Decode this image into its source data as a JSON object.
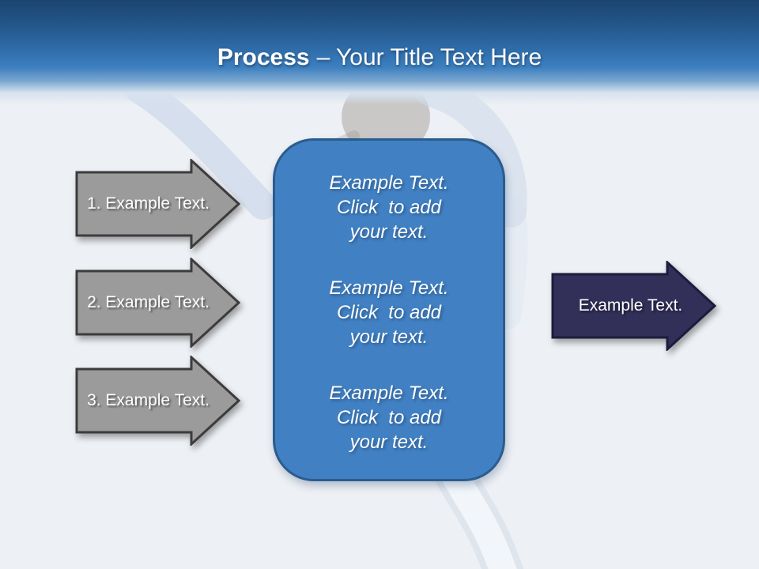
{
  "slide": {
    "header": {
      "title_bold": "Process",
      "title_rest": "– Your Title Text Here"
    },
    "left_arrows": [
      {
        "label": "1. Example Text."
      },
      {
        "label": "2. Example Text."
      },
      {
        "label": "3. Example Text."
      }
    ],
    "center_panel": {
      "paragraphs": [
        "Example Text.\nClick  to add\nyour text.",
        "Example Text.\nClick  to add\nyour text.",
        "Example Text.\nClick  to add\nyour text."
      ]
    },
    "right_arrow": {
      "label": "Example Text."
    },
    "colors": {
      "header_top": "#1b4470",
      "header_mid": "#2e6ca9",
      "gray_arrow_fill": "#9b9b9b",
      "gray_arrow_border": "#3c3c3c",
      "navy_arrow_fill": "#322f58",
      "navy_arrow_border": "#1e1c3c",
      "panel_fill": "#4181c3",
      "panel_border": "#2b5c8e",
      "background": "#edf0f4",
      "text": "#ffffff"
    }
  }
}
